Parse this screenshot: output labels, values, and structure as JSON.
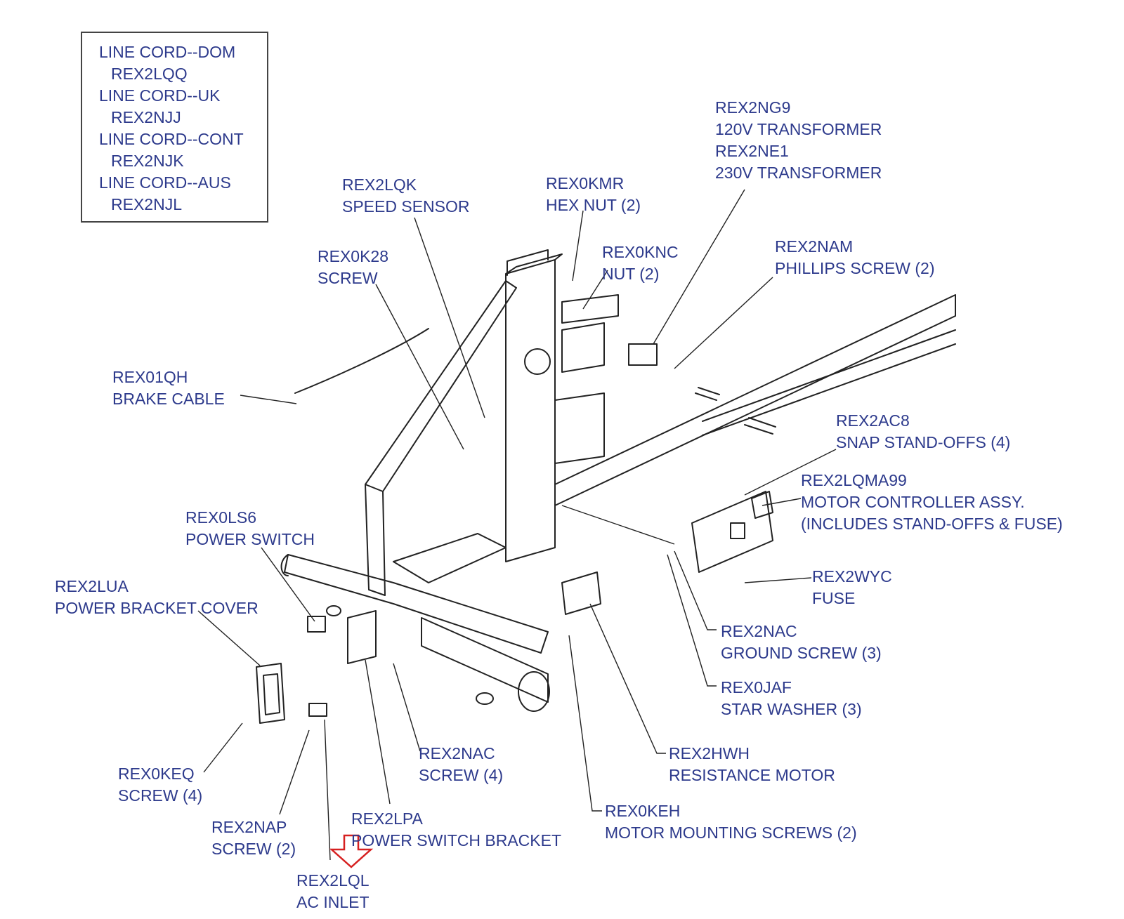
{
  "line_cords": [
    {
      "name": "LINE CORD--DOM",
      "part": "REX2LQQ"
    },
    {
      "name": "LINE CORD--UK",
      "part": "REX2NJJ"
    },
    {
      "name": "LINE CORD--CONT",
      "part": "REX2NJK"
    },
    {
      "name": "LINE CORD--AUS",
      "part": "REX2NJL"
    }
  ],
  "callouts": {
    "speed_sensor": {
      "part": "REX2LQK",
      "desc": "SPEED SENSOR"
    },
    "hex_nut": {
      "part": "REX0KMR",
      "desc": "HEX NUT (2)"
    },
    "transformer_120": {
      "part": "REX2NG9",
      "desc": "120V TRANSFORMER"
    },
    "transformer_230": {
      "part": "REX2NE1",
      "desc": "230V TRANSFORMER"
    },
    "screw_k28": {
      "part": "REX0K28",
      "desc": "SCREW"
    },
    "nut_knc": {
      "part": "REX0KNC",
      "desc": "NUT (2)"
    },
    "phillips_screw": {
      "part": "REX2NAM",
      "desc": "PHILLIPS SCREW (2)"
    },
    "brake_cable": {
      "part": "REX01QH",
      "desc": "BRAKE CABLE"
    },
    "snap_standoffs": {
      "part": "REX2AC8",
      "desc": "SNAP STAND-OFFS (4)"
    },
    "motor_controller": {
      "part": "REX2LQMA99",
      "desc": "MOTOR CONTROLLER ASSY.",
      "desc2": "(INCLUDES STAND-OFFS & FUSE)"
    },
    "power_switch": {
      "part": "REX0LS6",
      "desc": "POWER SWITCH"
    },
    "fuse": {
      "part": "REX2WYC",
      "desc": "FUSE"
    },
    "power_bracket_cover": {
      "part": "REX2LUA",
      "desc": "POWER BRACKET COVER"
    },
    "ground_screw": {
      "part": "REX2NAC",
      "desc": "GROUND SCREW (3)"
    },
    "star_washer": {
      "part": "REX0JAF",
      "desc": "STAR WASHER (3)"
    },
    "screw_keq": {
      "part": "REX0KEQ",
      "desc": "SCREW (4)"
    },
    "screw_nac": {
      "part": "REX2NAC",
      "desc": "SCREW (4)"
    },
    "resistance_motor": {
      "part": "REX2HWH",
      "desc": "RESISTANCE MOTOR"
    },
    "screw_nap": {
      "part": "REX2NAP",
      "desc": "SCREW (2)"
    },
    "power_switch_bracket": {
      "part": "REX2LPA",
      "desc": "POWER SWITCH BRACKET"
    },
    "motor_mounting_screws": {
      "part": "REX0KEH",
      "desc": "MOTOR MOUNTING SCREWS (2)"
    },
    "ac_inlet": {
      "part": "REX2LQL",
      "desc": "AC INLET"
    }
  },
  "colors": {
    "label": "#2d3a8c",
    "line": "#222222",
    "highlight_arrow": "#d62020"
  }
}
